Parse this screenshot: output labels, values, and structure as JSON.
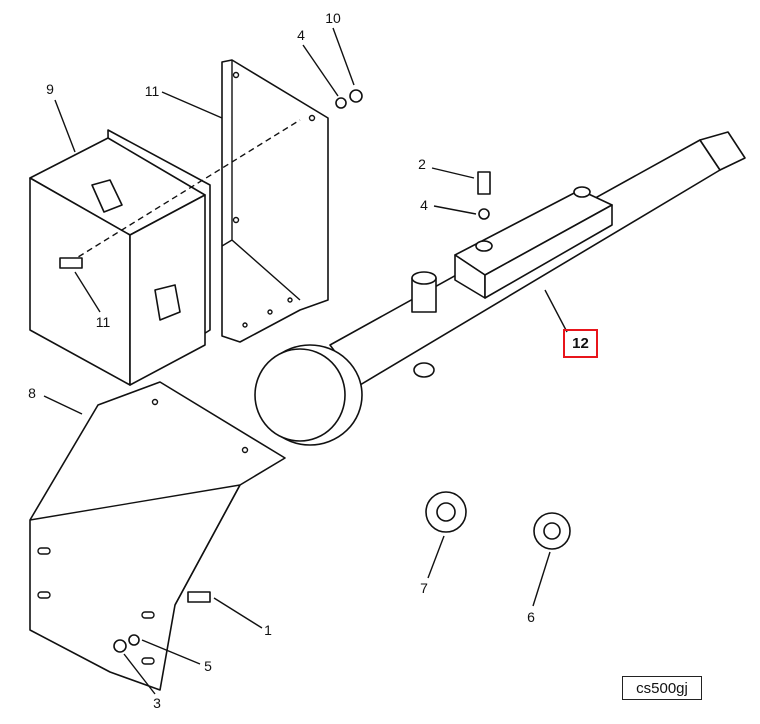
{
  "callouts": {
    "c10": "10",
    "c4a": "4",
    "c9": "9",
    "c11a": "11",
    "c2": "2",
    "c4b": "4",
    "c12": "12",
    "c11b": "11",
    "c8": "8",
    "c7": "7",
    "c6": "6",
    "c1": "1",
    "c5": "5",
    "c3": "3"
  },
  "highlighted_callout": "12",
  "highlight_color": "#e8151b",
  "figure_code": "cs500gj"
}
